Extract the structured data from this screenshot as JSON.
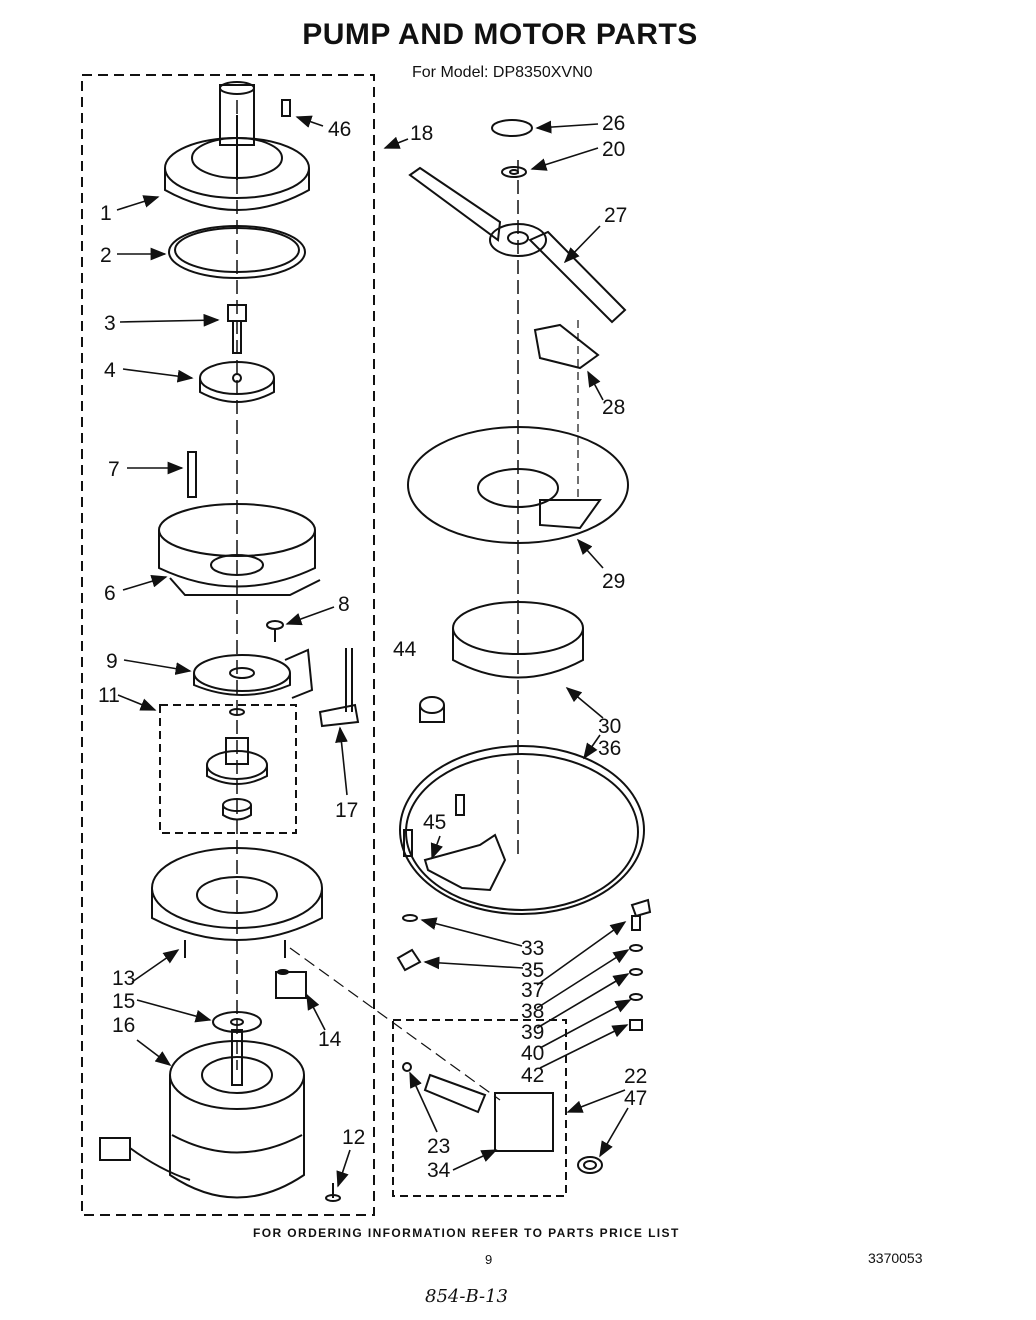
{
  "header": {
    "title": "PUMP AND MOTOR PARTS",
    "model": "For Model: DP8350XVN0"
  },
  "labels": {
    "l46": "46",
    "l18": "18",
    "l26": "26",
    "l20": "20",
    "l27": "27",
    "l1": "1",
    "l2": "2",
    "l3": "3",
    "l4": "4",
    "l28": "28",
    "l7": "7",
    "l29": "29",
    "l6": "6",
    "l8": "8",
    "l9": "9",
    "l44": "44",
    "l11": "11",
    "l30": "30",
    "l36": "36",
    "l45": "45",
    "l17": "17",
    "l33": "33",
    "l13": "13",
    "l35": "35",
    "l37": "37",
    "l38": "38",
    "l15": "15",
    "l39": "39",
    "l14": "14",
    "l16": "16",
    "l40": "40",
    "l42": "42",
    "l22": "22",
    "l47": "47",
    "l23": "23",
    "l12": "12",
    "l34": "34"
  },
  "footer": {
    "ordering": "FOR ORDERING INFORMATION REFER TO PARTS PRICE LIST",
    "page": "9",
    "doc_number": "3370053",
    "handwritten": "854-B-13"
  }
}
